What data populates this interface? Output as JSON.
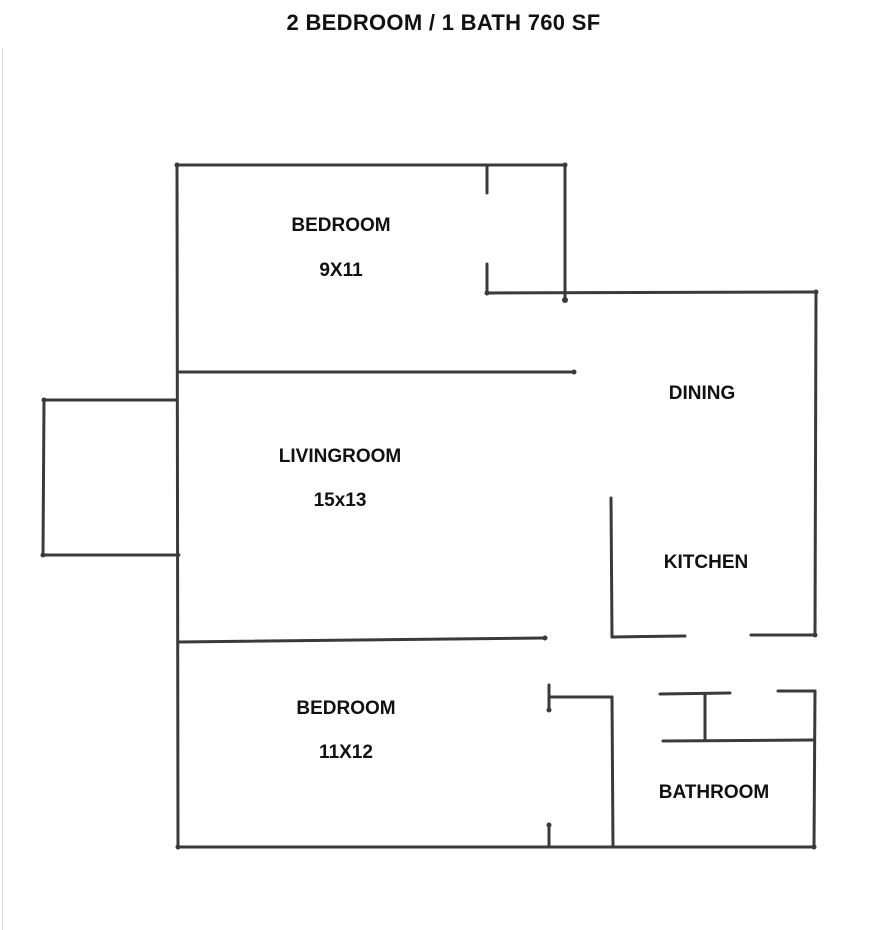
{
  "title": "2 BEDROOM / 1 BATH 760 SF",
  "rooms": [
    {
      "id": "bedroom-1",
      "name": "BEDROOM",
      "size": "9X11"
    },
    {
      "id": "living-room",
      "name": "LIVINGROOM",
      "size": "15x13"
    },
    {
      "id": "bedroom-2",
      "name": "BEDROOM",
      "size": "11X12"
    },
    {
      "id": "dining",
      "name": "DINING"
    },
    {
      "id": "kitchen",
      "name": "KITCHEN"
    },
    {
      "id": "bathroom",
      "name": "BATHROOM"
    }
  ],
  "colors": {
    "wall": "#3a3a3a",
    "text": "#111111",
    "background": "#ffffff"
  }
}
